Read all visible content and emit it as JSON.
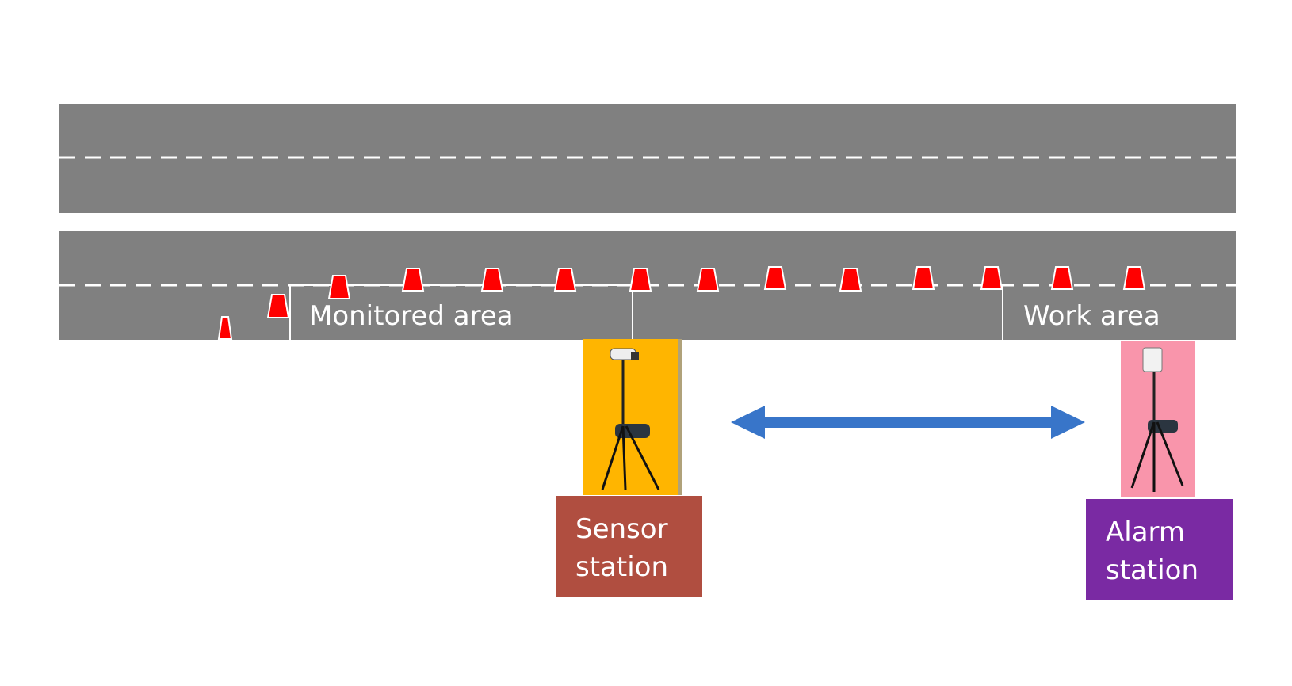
{
  "labels": {
    "monitored_area": "Monitored area",
    "work_area": "Work area"
  },
  "sensor_station": {
    "line1": "Sensor",
    "line2": "station"
  },
  "alarm_station": {
    "line1": "Alarm",
    "line2": "station"
  },
  "colors": {
    "road": "#808080",
    "lane_marking": "#ffffff",
    "cone": "#ff0000",
    "sensor_box": "#b04e40",
    "sensor_photo_bg": "#ffb500",
    "alarm_box": "#7a2aa3",
    "alarm_photo_bg": "#f995ab",
    "arrow": "#3875c9"
  },
  "icons": {
    "cone": "traffic-cone-icon",
    "arrow": "double-headed-arrow-icon",
    "sensor_device": "tripod-camera-sensor-icon",
    "alarm_device": "tripod-alarm-icon"
  }
}
